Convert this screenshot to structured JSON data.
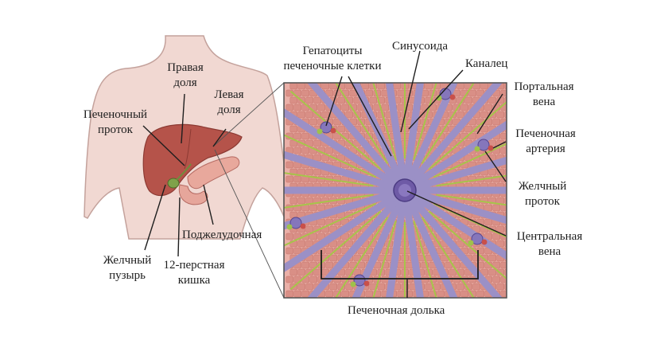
{
  "labels": {
    "right_lobe": [
      "Правая",
      "доля"
    ],
    "left_lobe": [
      "Левая",
      "доля"
    ],
    "hepatic_duct": [
      "Печеночный",
      "проток"
    ],
    "pancreas": "Поджелудочная",
    "gallbladder": [
      "Желчный",
      "пузырь"
    ],
    "duodenum": [
      "12-перстная",
      "кишка"
    ],
    "hepatocytes": [
      "Гепатоциты",
      "печеночные клетки"
    ],
    "sinusoid": "Синусоида",
    "canaliculus": "Каналец",
    "portal_vein": [
      "Портальная",
      "вена"
    ],
    "hepatic_artery": [
      "Печеночная",
      "артерия"
    ],
    "bile_duct": [
      "Желчный",
      "проток"
    ],
    "central_vein": [
      "Центральная",
      "вена"
    ],
    "hepatic_lobule": "Печеночная долька"
  },
  "colors": {
    "skin": "#f1d8d2",
    "skin_outline": "#c4a29c",
    "liver": "#b5534a",
    "pancreas": "#e8a89c",
    "tissue": "#d98f86",
    "tissue_bg": "#eab0a8",
    "sinusoid": "#9b90c6",
    "canaliculus": "#a6c54a",
    "central_vein": "#6e5aa6",
    "leader": "#1e1e1e"
  }
}
